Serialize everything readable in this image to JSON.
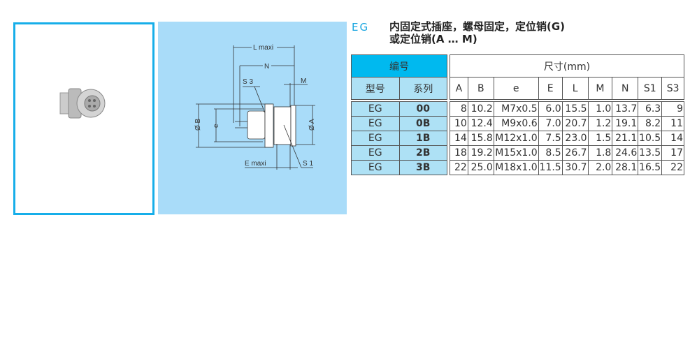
{
  "header": {
    "code": "EG",
    "title_line1": "内固定式插座，螺母固定，定位销(G)",
    "title_line2": "或定位销(A … M)"
  },
  "diagram": {
    "labels": {
      "L": "L maxi",
      "N": "N",
      "S3": "S 3",
      "M": "M",
      "B": "Ø B",
      "e": "e",
      "A": "Ø A",
      "E": "E  maxi",
      "S1": "S 1"
    }
  },
  "table": {
    "group_code": "编号",
    "group_dims": "尺寸(mm)",
    "col_model": "型号",
    "col_series": "系列",
    "dim_cols": [
      "A",
      "B",
      "e",
      "E",
      "L",
      "M",
      "N",
      "S1",
      "S3"
    ],
    "rows": [
      {
        "model": "EG",
        "series": "00",
        "dims": [
          "8",
          "10.2",
          "M7x0.5",
          "6.0",
          "15.5",
          "1.0",
          "13.7",
          "6.3",
          "9"
        ]
      },
      {
        "model": "EG",
        "series": "0B",
        "dims": [
          "10",
          "12.4",
          "M9x0.6",
          "7.0",
          "20.7",
          "1.2",
          "19.1",
          "8.2",
          "11"
        ]
      },
      {
        "model": "EG",
        "series": "1B",
        "dims": [
          "14",
          "15.8",
          "M12x1.0",
          "7.5",
          "23.0",
          "1.5",
          "21.1",
          "10.5",
          "14"
        ]
      },
      {
        "model": "EG",
        "series": "2B",
        "dims": [
          "18",
          "19.2",
          "M15x1.0",
          "8.5",
          "26.7",
          "1.8",
          "24.6",
          "13.5",
          "17"
        ]
      },
      {
        "model": "EG",
        "series": "3B",
        "dims": [
          "22",
          "25.0",
          "M18x1.0",
          "11.5",
          "30.7",
          "2.0",
          "28.1",
          "16.5",
          "22"
        ]
      }
    ]
  }
}
